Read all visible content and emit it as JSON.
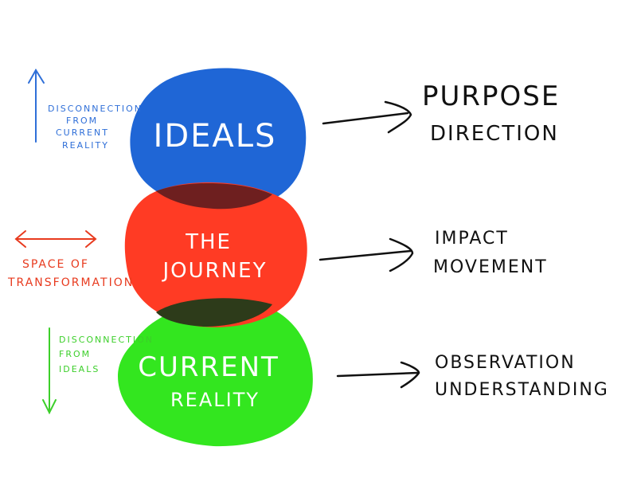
{
  "circles": {
    "ideals": {
      "label": "IDEALS",
      "color": "#1f66d6"
    },
    "journey": {
      "line1": "THE",
      "line2": "JOURNEY",
      "color": "#ff3b24"
    },
    "reality": {
      "line1": "CURRENT",
      "line2": "REALITY",
      "color": "#33e61f"
    },
    "overlap_color": "#6e1f1f"
  },
  "left_notes": {
    "top": {
      "lines": [
        "DISCONNECTION",
        "FROM",
        "CURRENT",
        "REALITY"
      ],
      "color": "#2f6fd8"
    },
    "middle": {
      "lines": [
        "SPACE OF",
        "TRANSFORMATION"
      ],
      "color": "#e83a1e"
    },
    "bottom": {
      "lines": [
        "DISCONNECTION",
        "FROM",
        "IDEALS"
      ],
      "color": "#3ccf2a"
    }
  },
  "right_labels": {
    "top": [
      "PURPOSE",
      "DIRECTION"
    ],
    "middle": [
      "IMPACT",
      "MOVEMENT"
    ],
    "bottom": [
      "OBSERVATION",
      "UNDERSTANDING"
    ]
  },
  "ink_color": "#111111"
}
